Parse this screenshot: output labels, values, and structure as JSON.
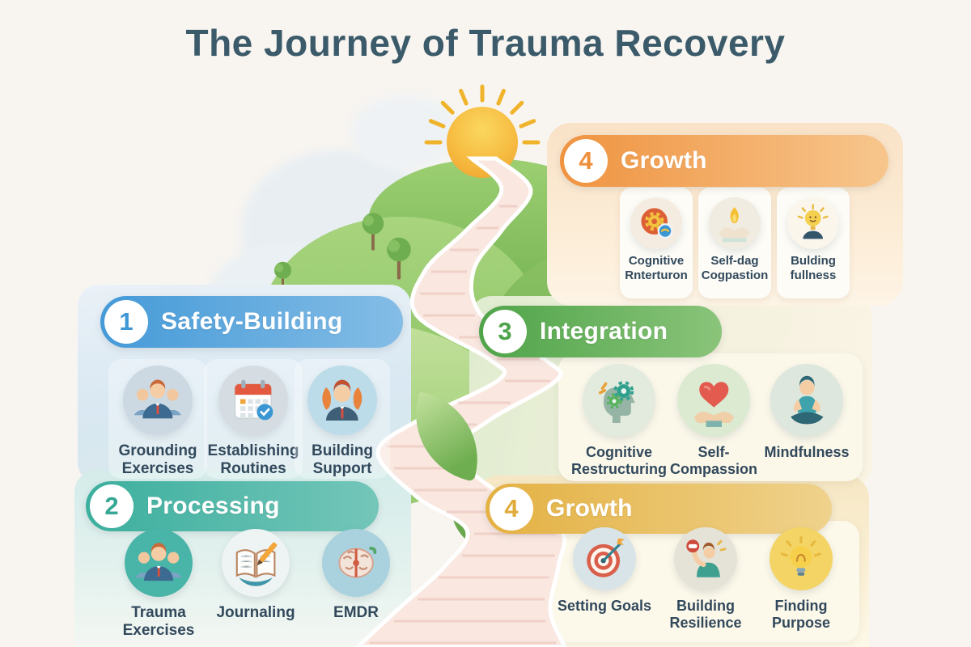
{
  "title": "The Journey of Trauma Recovery",
  "palette": {
    "background": "#f8f5f1",
    "title_color": "#3b5a6a",
    "stage1_blue": "#459ad8",
    "stage2_teal": "#3caf9e",
    "stage3_green": "#4fa449",
    "stage4_orange": "#ef9340",
    "stage4_gold": "#e4b143",
    "label_color": "#32495c",
    "path_fill": "#f9e7e0",
    "sun_yellow": "#f6bc41"
  },
  "sections": {
    "growth_top": {
      "number": "4",
      "title": "Growth",
      "items": [
        {
          "label": "Cognitive Rnterturon",
          "icon": "gear-badge-icon"
        },
        {
          "label": "Self-dag Cogpastion",
          "icon": "flame-hands-icon"
        },
        {
          "label": "Bulding fullness",
          "icon": "bulb-person-icon"
        }
      ]
    },
    "safety": {
      "number": "1",
      "title": "Safety-Building",
      "items": [
        {
          "label": "Grounding Exercises",
          "icon": "people-group-icon"
        },
        {
          "label": "Establishing Routines",
          "icon": "calendar-icon"
        },
        {
          "label": "Building Support",
          "icon": "support-person-icon"
        }
      ]
    },
    "processing": {
      "number": "2",
      "title": "Processing",
      "items": [
        {
          "label": "Trauma Exercises",
          "icon": "people-group-icon"
        },
        {
          "label": "Journaling",
          "icon": "journal-book-icon"
        },
        {
          "label": "EMDR",
          "icon": "brain-icon"
        }
      ]
    },
    "integration": {
      "number": "3",
      "title": "Integration",
      "items": [
        {
          "label": "Cognitive Restructuring",
          "icon": "head-gears-icon"
        },
        {
          "label": "Self-Compassion",
          "icon": "heart-hands-icon"
        },
        {
          "label": "Mindfulness",
          "icon": "meditation-icon"
        }
      ]
    },
    "growth_bottom": {
      "number": "4",
      "title": "Growth",
      "items": [
        {
          "label": "Setting Goals",
          "icon": "target-icon"
        },
        {
          "label": "Building Resilience",
          "icon": "raised-arm-icon"
        },
        {
          "label": "Finding Purpose",
          "icon": "lightbulb-icon"
        }
      ]
    }
  }
}
